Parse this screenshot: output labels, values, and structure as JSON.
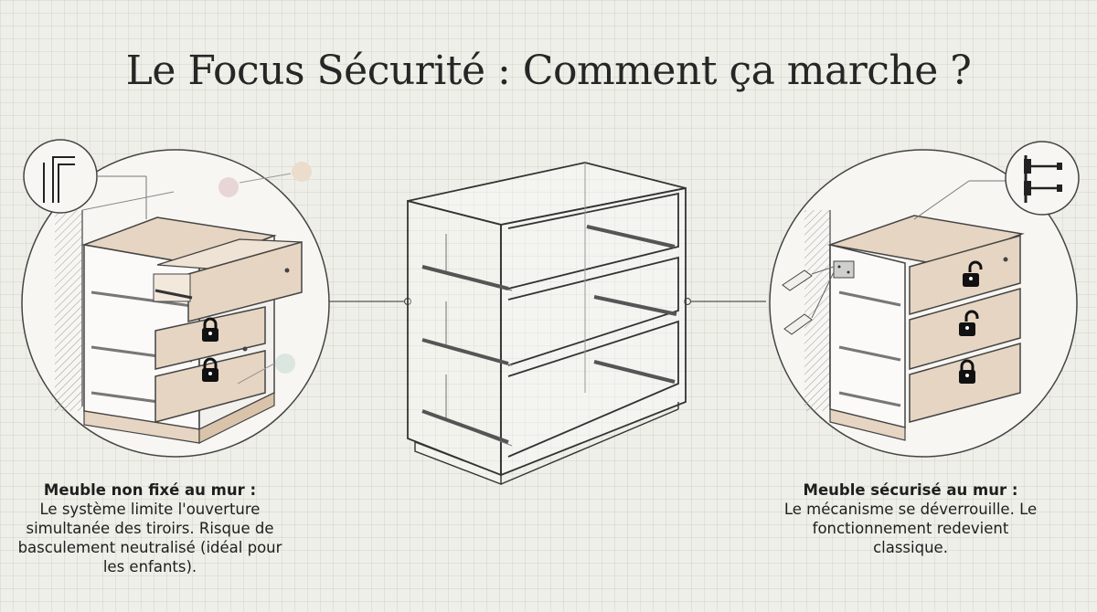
{
  "title": "Le Focus Sécurité : Comment ça marche ?",
  "left_panel": {
    "heading": "Meuble non fixé au mur :",
    "text": "Le système limite l'ouverture simultanée des tiroirs. Risque de basculement neutralisé (idéal pour les enfants).",
    "icon": "wall-bracket-icon"
  },
  "right_panel": {
    "heading": "Meuble sécurisé au mur :",
    "text": "Le mécanisme se déverrouille. Le fonctionnement redevient classique.",
    "icon": "wall-screws-icon"
  },
  "colors": {
    "background": "#efefe9",
    "wood": "#e6d5c2",
    "line": "#3a3a3a",
    "lock": "#111111",
    "accent_pink": "#e8d6d6",
    "accent_peach": "#ecdccb",
    "accent_mint": "#dbe6df"
  }
}
